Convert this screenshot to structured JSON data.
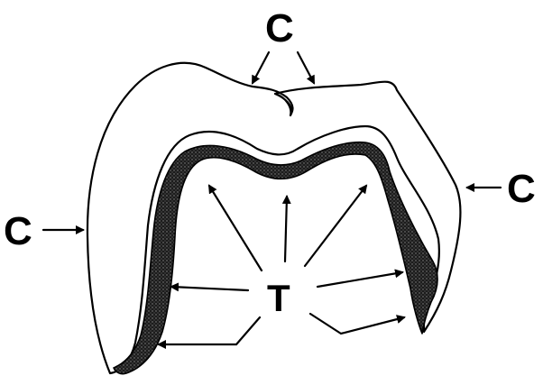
{
  "labels": {
    "top": "C",
    "left": "C",
    "right": "C",
    "center": "T"
  },
  "colors": {
    "ink": "#000000",
    "paper": "#ffffff",
    "band": "#2a2a2a"
  }
}
